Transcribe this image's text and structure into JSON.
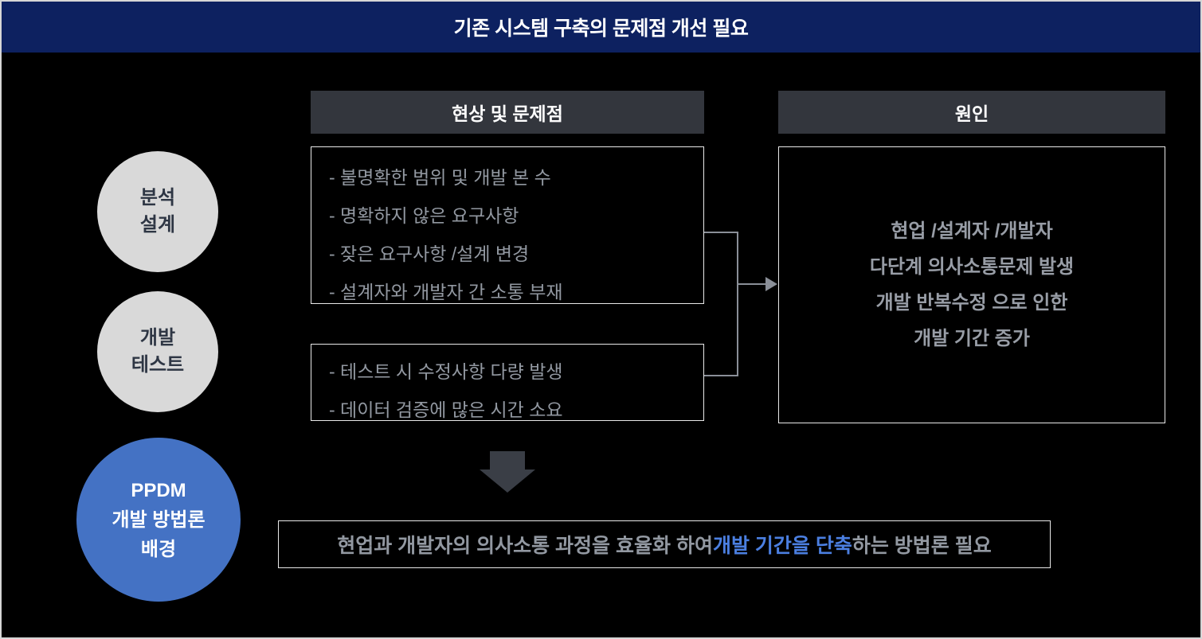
{
  "title_bar": {
    "title": "기존 시스템 구축의 문제점 개선 필요"
  },
  "colors": {
    "navy": "#0d2160",
    "blue_circle": "#4472c4",
    "gray_circle": "#d9d9d9",
    "header_dark": "#33363d",
    "text_gray": "#9298a1",
    "border_light": "#e9e9e9",
    "highlight_blue": "#4b7fe1"
  },
  "left_circles": [
    {
      "lines": [
        "분석",
        "설계"
      ]
    },
    {
      "lines": [
        "개발",
        "테스트"
      ]
    },
    {
      "lines": [
        "PPDM",
        "개발 방법론",
        "배경"
      ]
    }
  ],
  "problems": {
    "header": "현상 및 문제점",
    "box1_items": [
      "- 불명확한 범위 및 개발 본 수",
      "- 명확하지 않은 요구사항",
      "- 잦은 요구사항 /설계 변경",
      "- 설계자와 개발자 간 소통 부재"
    ],
    "box2_items": [
      "- 테스트 시 수정사항 다량 발생",
      "- 데이터 검증에 많은 시간 소요"
    ]
  },
  "cause": {
    "header": "원인",
    "lines": [
      "현업 /설계자 /개발자",
      "다단계 의사소통문제 발생",
      "개발 반복수정 으로 인한",
      "개발 기간 증가"
    ]
  },
  "conclusion": {
    "prefix": "현업과 개발자의 의사소통 과정을 효율화 하여 ",
    "highlight": "개발 기간을 단축",
    "suffix": "하는 방법론 필요"
  }
}
